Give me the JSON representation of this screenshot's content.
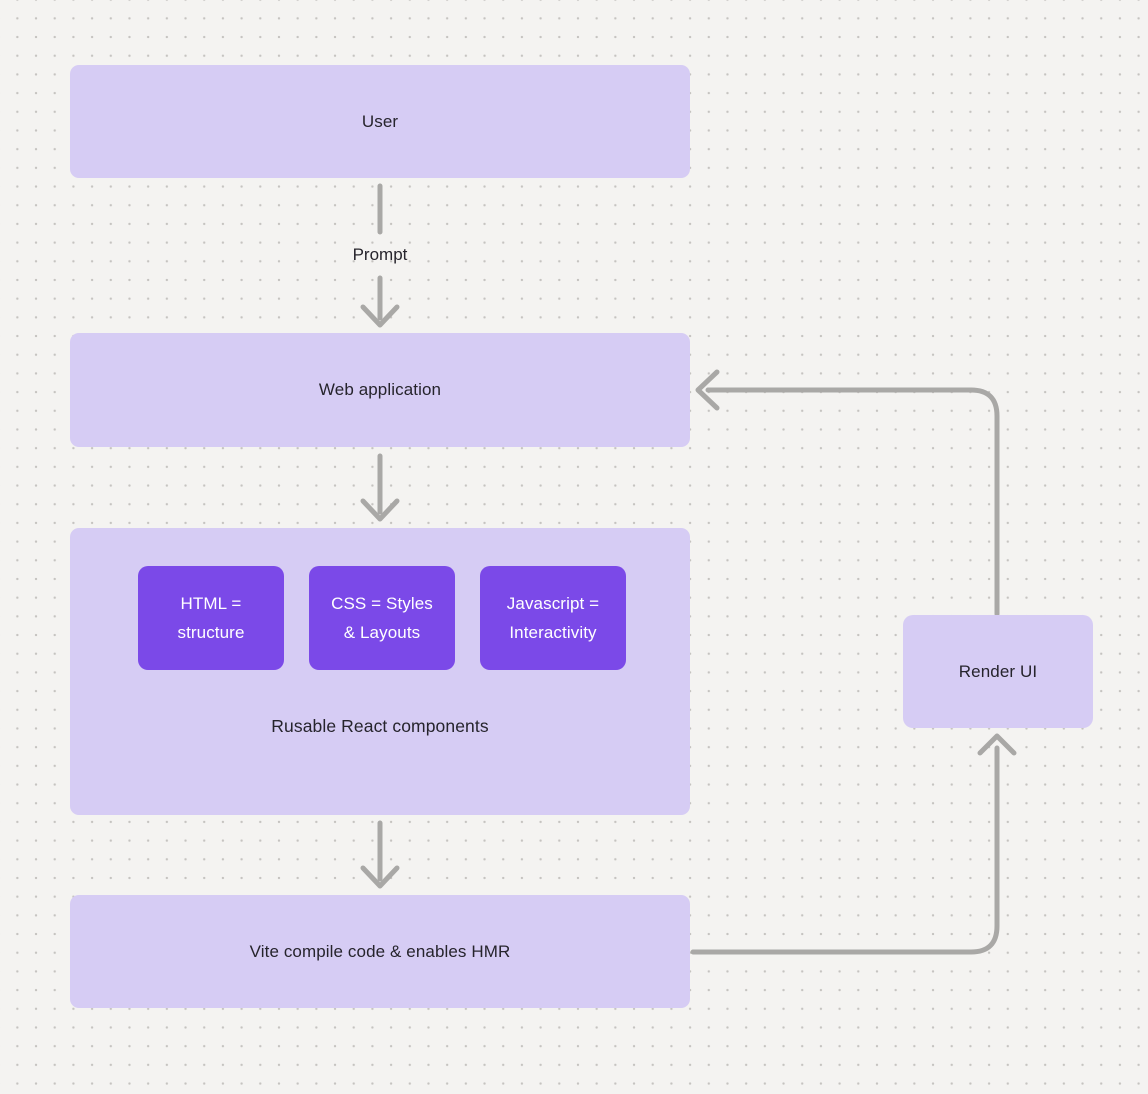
{
  "diagram": {
    "nodes": {
      "user": {
        "label": "User"
      },
      "web_application": {
        "label": "Web application"
      },
      "components": {
        "label": "Rusable React components",
        "chips": [
          {
            "label": "HTML =\nstructure"
          },
          {
            "label": "CSS = Styles\n& Layouts"
          },
          {
            "label": "Javascript =\nInteractivity"
          }
        ]
      },
      "vite": {
        "label": "Vite compile code & enables HMR"
      },
      "render_ui": {
        "label": "Render UI"
      }
    },
    "edges": {
      "user_to_webapp_label": "Prompt"
    },
    "colors": {
      "canvas_background": "#f4f3f1",
      "dot_grid": "#c5c3c0",
      "node_fill": "#d6ccf4",
      "chip_fill": "#7b49e8",
      "chip_text": "#ffffff",
      "node_text": "#26242c",
      "connector": "#a9a8a6"
    }
  }
}
